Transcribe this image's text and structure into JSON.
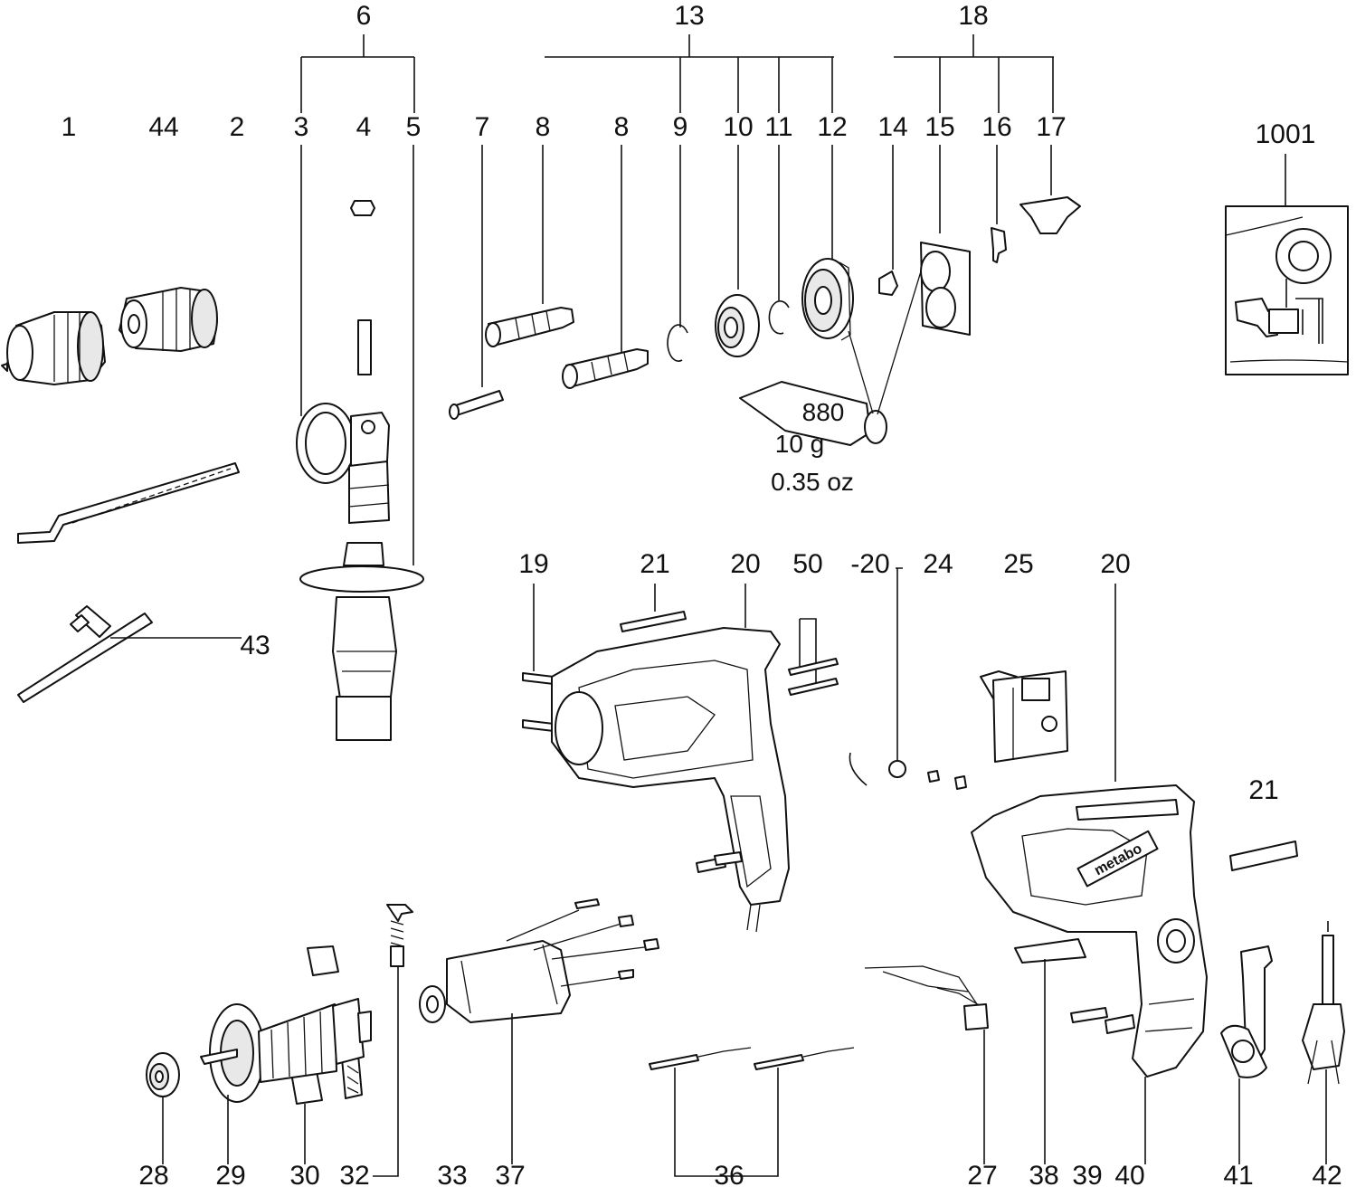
{
  "labels": {
    "n1": "1",
    "n44": "44",
    "n2": "2",
    "n3": "3",
    "n4": "4",
    "n5": "5",
    "n6": "6",
    "n7": "7",
    "n8a": "8",
    "n8b": "8",
    "n9": "9",
    "n10": "10",
    "n11": "11",
    "n12": "12",
    "n13": "13",
    "n14": "14",
    "n15": "15",
    "n16": "16",
    "n17": "17",
    "n18": "18",
    "n1001": "1001",
    "n43": "43",
    "n19": "19",
    "n21a": "21",
    "n20a": "20",
    "n50": "50",
    "n20b": "-20",
    "n24": "24",
    "n25": "25",
    "n20c": "20",
    "n21b": "21",
    "n28": "28",
    "n29": "29",
    "n30": "30",
    "n32": "32",
    "n33": "33",
    "n37": "37",
    "n36": "36",
    "n27": "27",
    "n38": "38",
    "n39": "39",
    "n40": "40",
    "n41": "41",
    "n42": "42"
  },
  "grease_tube": {
    "code": "880",
    "weight": "10 g",
    "weight_oz": "0.35 oz"
  },
  "brand_mark": "metabo",
  "icons": [
    "drill-chuck-icon",
    "keyless-chuck-icon",
    "depth-stop-rod-icon",
    "handle-clamp-icon",
    "side-handle-icon",
    "chuck-key-icon",
    "spindle-icon",
    "gear-icon",
    "bearing-icon",
    "housing-icon",
    "switch-icon",
    "armature-icon",
    "stator-icon",
    "carbon-brush-icon",
    "power-cord-icon",
    "grease-tube-icon",
    "wiring-diagram-icon"
  ]
}
